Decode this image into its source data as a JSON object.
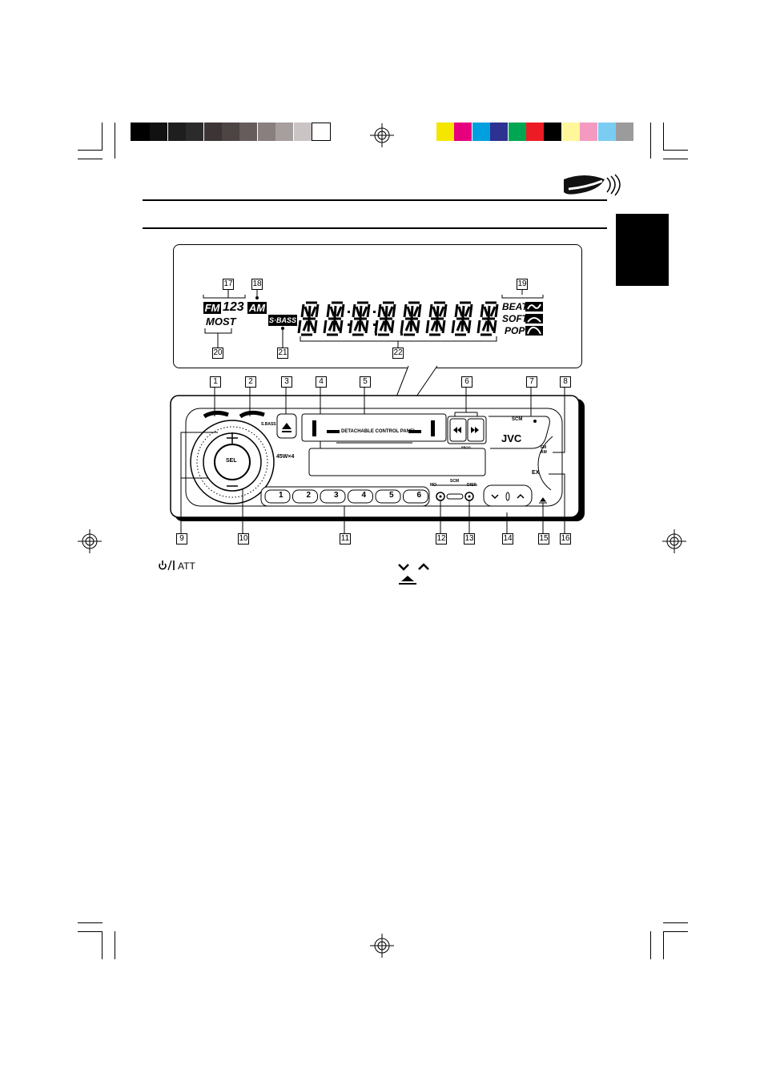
{
  "registration_colors": {
    "grays": [
      "#000000",
      "#111111",
      "#1e1e1e",
      "#2b2b2b",
      "#3d3535",
      "#4d4444",
      "#675c5c",
      "#8a7f7f",
      "#a79e9e",
      "#cbc4c4",
      "#ffffff"
    ],
    "process": [
      "#f5e600",
      "#e6007e",
      "#00a0e0",
      "#2e3192",
      "#00a651",
      "#ed1c24",
      "#000000",
      "#fff799",
      "#f49ac1",
      "#7accf2",
      "#9b9b9b"
    ]
  },
  "callouts": {
    "n1": "1",
    "n2": "2",
    "n3": "3",
    "n4": "4",
    "n5": "5",
    "n6": "6",
    "n7": "7",
    "n8": "8",
    "n9": "9",
    "n10": "10",
    "n11": "11",
    "n12": "12",
    "n13": "13",
    "n14": "14",
    "n15": "15",
    "n16": "16",
    "n17": "17",
    "n18": "18",
    "n19": "19",
    "n20": "20",
    "n21": "21",
    "n22": "22"
  },
  "display": {
    "fm": "FM",
    "bands": "123",
    "am": "AM",
    "most": "MOST",
    "sbass": "S·BASS",
    "beat": "BEAT",
    "soft": "SOFT",
    "pop": "POP"
  },
  "panel": {
    "sbass": "S.BASS",
    "detachable": "DETACHABLE CONTROL PANEL",
    "scm": "SCM",
    "jvc": "JVC",
    "fm_am": "FM\nAM",
    "power": "45W×4",
    "sel": "SEL",
    "ex": "EX",
    "prog": "PROG",
    "mo": "MO",
    "scm2": "SCM",
    "disp": "DISP",
    "presets": [
      "1",
      "2",
      "3",
      "4",
      "5",
      "6"
    ]
  },
  "legend": {
    "power_att": "ATT"
  }
}
